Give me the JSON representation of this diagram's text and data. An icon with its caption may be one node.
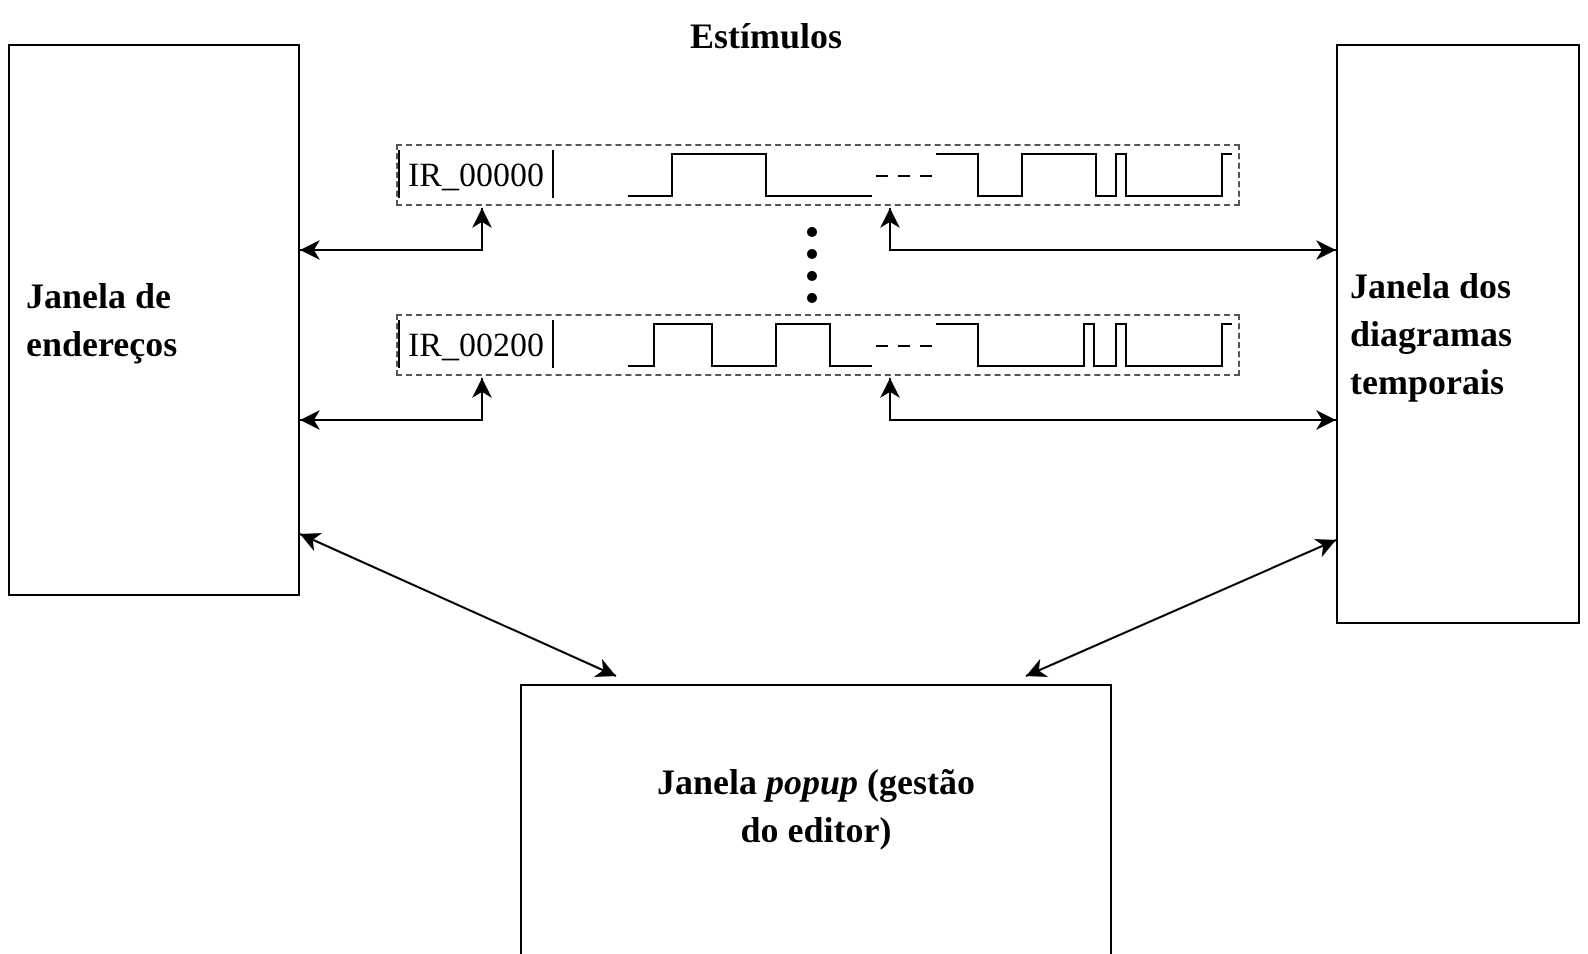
{
  "diagram": {
    "nodes": [
      {
        "text": [
          "Janela de endereços"
        ]
      },
      {
        "text": [
          "Janela dos diagramas temporais"
        ]
      },
      {
        "text": [
          "IR_00000"
        ]
      },
      {
        "text": [
          "IR_00200"
        ]
      },
      {
        "text": [
          "Janela *popup* (gestão do editor)"
        ]
      }
    ],
    "edges": [
      {
        "from": 0,
        "to": 2,
        "arrow": "both"
      },
      {
        "from": 2,
        "to": 1,
        "arrow": "both"
      },
      {
        "from": 0,
        "to": 3,
        "arrow": "both"
      },
      {
        "from": 3,
        "to": 1,
        "arrow": "both"
      },
      {
        "from": 0,
        "to": 4,
        "arrow": "both"
      },
      {
        "from": 1,
        "to": 4,
        "arrow": "both"
      }
    ],
    "labels": [
      "Estímulos"
    ]
  }
}
